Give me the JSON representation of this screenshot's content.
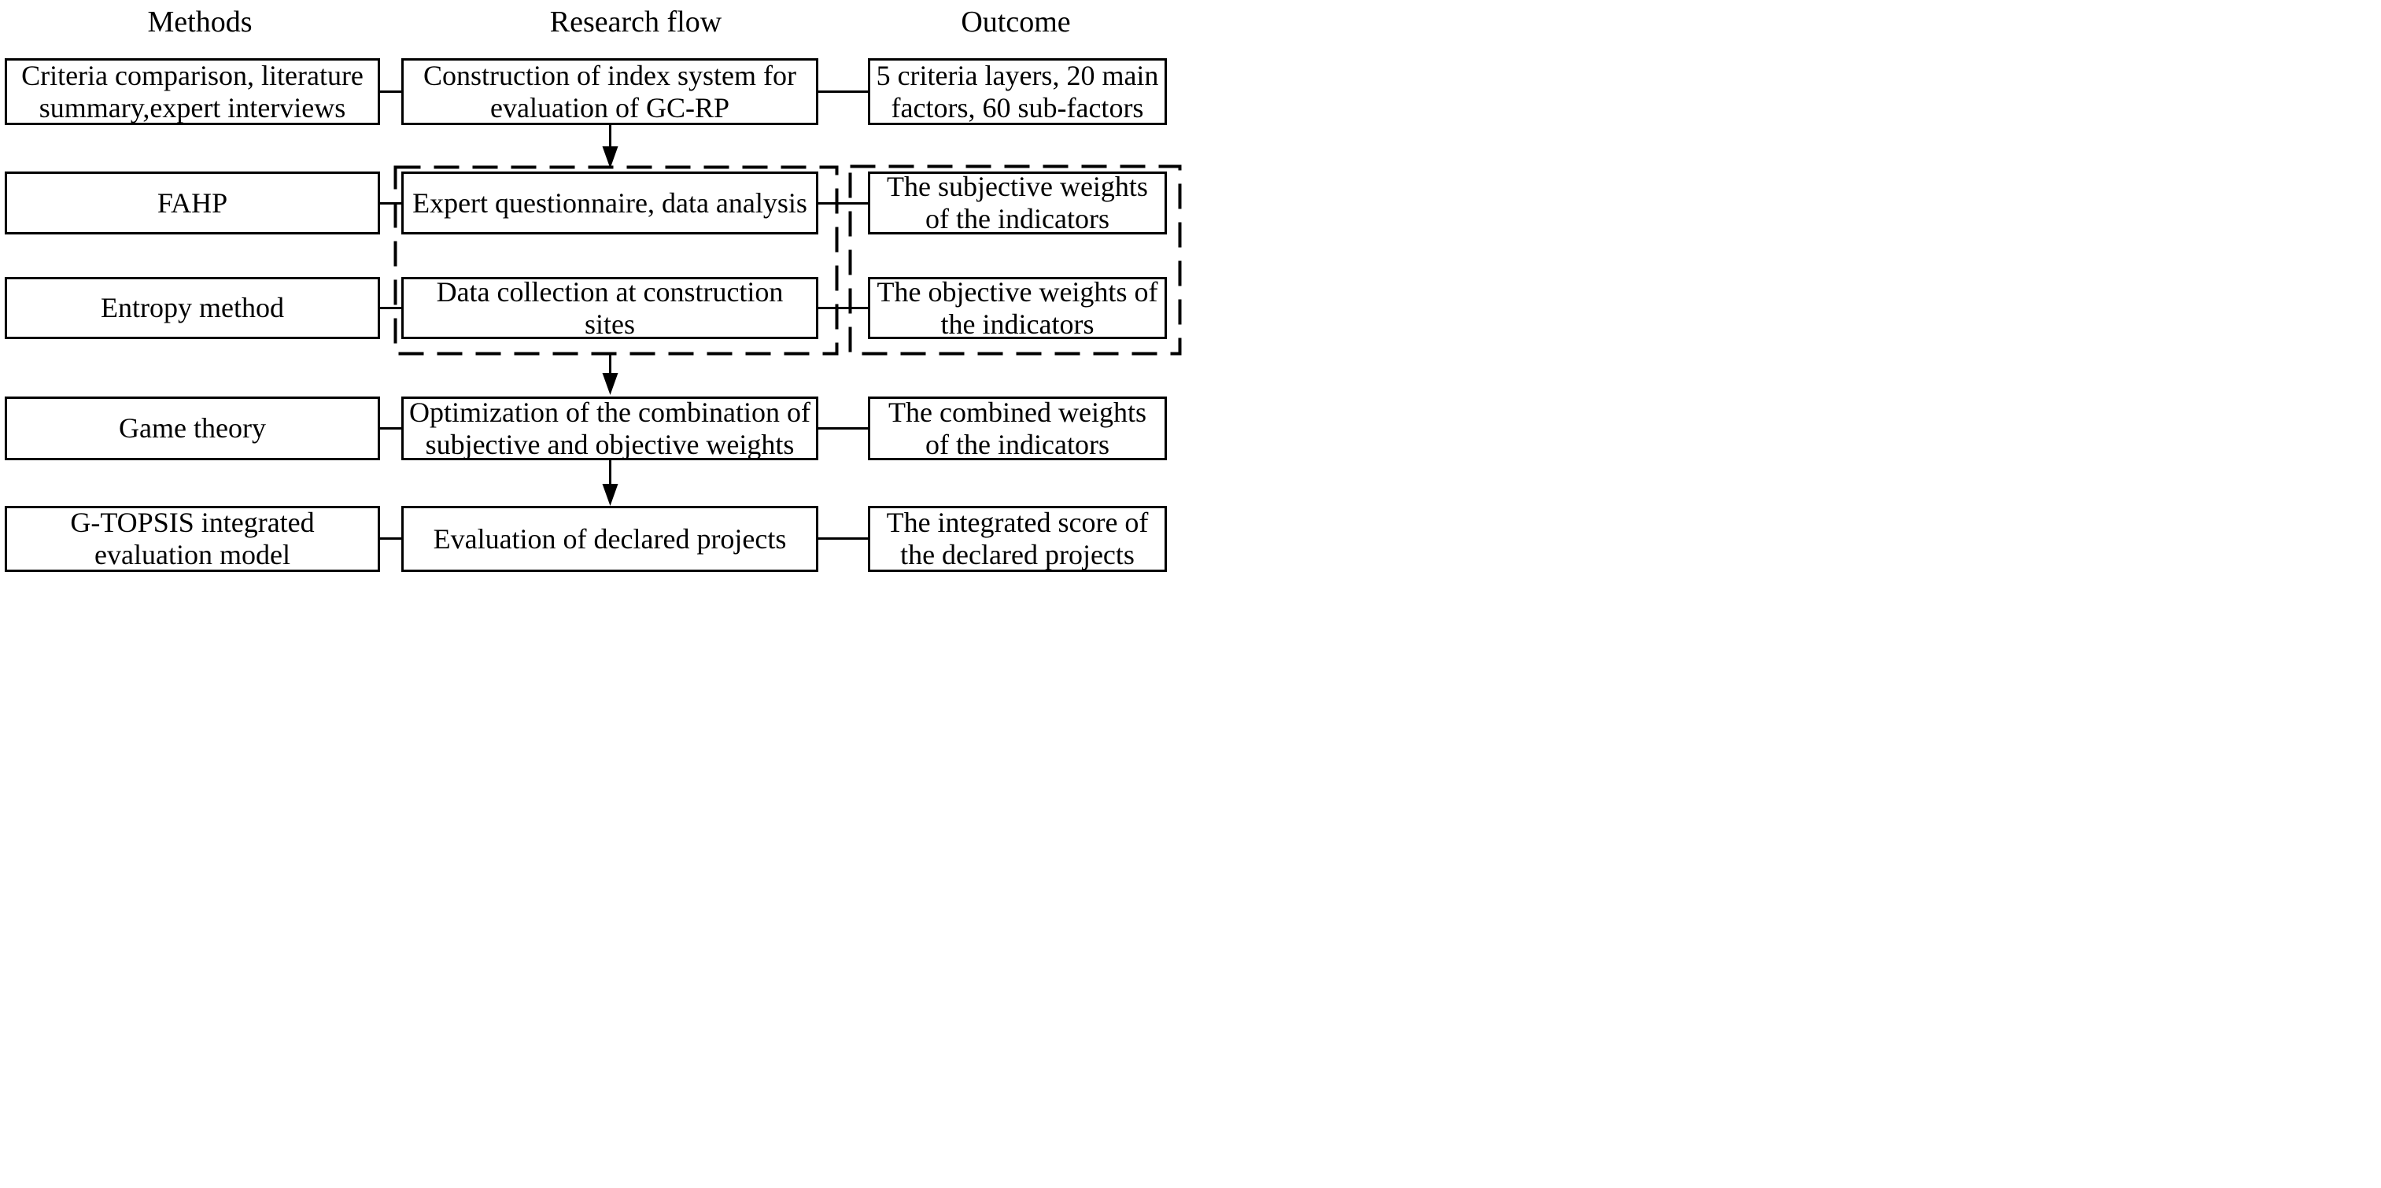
{
  "diagram": {
    "headers": [
      {
        "label": "Methods"
      },
      {
        "label": "Research flow"
      },
      {
        "label": "Outcome"
      }
    ],
    "rows": [
      {
        "method": {
          "lines": [
            "Criteria comparison, literature",
            "summary,expert interviews"
          ]
        },
        "flow": {
          "lines": [
            "Construction of index system for",
            "evaluation of GC-RP"
          ]
        },
        "outcome": {
          "lines": [
            "5 criteria layers, 20 main",
            "factors, 60 sub-factors"
          ]
        }
      },
      {
        "method": {
          "lines": [
            "FAHP"
          ]
        },
        "flow": {
          "lines": [
            "Expert questionnaire, data analysis"
          ]
        },
        "outcome": {
          "lines": [
            "The subjective weights",
            "of the indicators"
          ]
        }
      },
      {
        "method": {
          "lines": [
            "Entropy method"
          ]
        },
        "flow": {
          "lines": [
            "Data collection at construction",
            "sites"
          ]
        },
        "outcome": {
          "lines": [
            "The objective weights of",
            "the indicators"
          ]
        }
      },
      {
        "method": {
          "lines": [
            "Game theory"
          ]
        },
        "flow": {
          "lines": [
            "Optimization of the combination of",
            "subjective and objective weights"
          ]
        },
        "outcome": {
          "lines": [
            "The combined weights",
            "of the indicators"
          ]
        }
      },
      {
        "method": {
          "lines": [
            "G-TOPSIS integrated",
            "evaluation model"
          ]
        },
        "flow": {
          "lines": [
            "Evaluation of declared projects"
          ]
        },
        "outcome": {
          "lines": [
            "The integrated score of",
            "the declared projects"
          ]
        }
      }
    ],
    "colors": {
      "ink": "#000000",
      "background": "#ffffff"
    }
  }
}
